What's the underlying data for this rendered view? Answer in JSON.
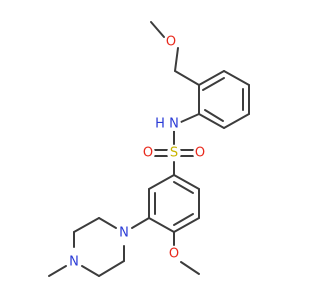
{
  "atoms": [
    {
      "id": "o_ether_top",
      "symbol": "O",
      "color": "#e8291c"
    },
    {
      "id": "n_amide",
      "symbol": "N",
      "color": "#2a3bd6"
    },
    {
      "id": "h_amide",
      "symbol": "H",
      "color": "#2a3bd6"
    },
    {
      "id": "s_sulfonyl",
      "symbol": "S",
      "color": "#c8b400"
    },
    {
      "id": "o_sulfonyl_left",
      "symbol": "O",
      "color": "#e8291c"
    },
    {
      "id": "o_sulfonyl_right",
      "symbol": "O",
      "color": "#e8291c"
    },
    {
      "id": "n_piperazine_upper",
      "symbol": "N",
      "color": "#2a3bd6"
    },
    {
      "id": "n_piperazine_lower",
      "symbol": "N",
      "color": "#2a3bd6"
    },
    {
      "id": "o_methoxy",
      "symbol": "O",
      "color": "#e8291c"
    }
  ],
  "bond_color": "#3c3c3c"
}
